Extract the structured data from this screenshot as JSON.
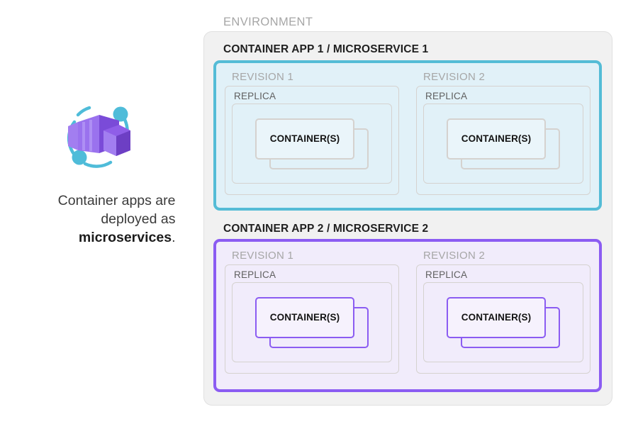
{
  "caption": {
    "line1": "Container apps are",
    "line2": "deployed as",
    "bold": "microservices",
    "period": "."
  },
  "icon": {
    "name": "azure-container-apps-icon",
    "colors": {
      "purple_light": "#a27ef0",
      "purple_mid": "#8f5ee8",
      "purple_dark": "#6d3fc4",
      "cyan": "#4fbcd9"
    }
  },
  "environment": {
    "label": "ENVIRONMENT"
  },
  "apps": [
    {
      "title": "CONTAINER APP 1 / MICROSERVICE 1",
      "accent": "#54bcd6",
      "fill": "#e1f1f8",
      "variant": "v-blue",
      "revisions": [
        {
          "label": "REVISION 1",
          "replica_label": "REPLICA",
          "container_label": "CONTAINER(S)"
        },
        {
          "label": "REVISION 2",
          "replica_label": "REPLICA",
          "container_label": "CONTAINER(S)"
        }
      ]
    },
    {
      "title": "CONTAINER APP 2 / MICROSERVICE 2",
      "accent": "#8b5cf2",
      "fill": "#f1ecfb",
      "variant": "v-purple",
      "revisions": [
        {
          "label": "REVISION 1",
          "replica_label": "REPLICA",
          "container_label": "CONTAINER(S)"
        },
        {
          "label": "REVISION 2",
          "replica_label": "REPLICA",
          "container_label": "CONTAINER(S)"
        }
      ]
    }
  ]
}
